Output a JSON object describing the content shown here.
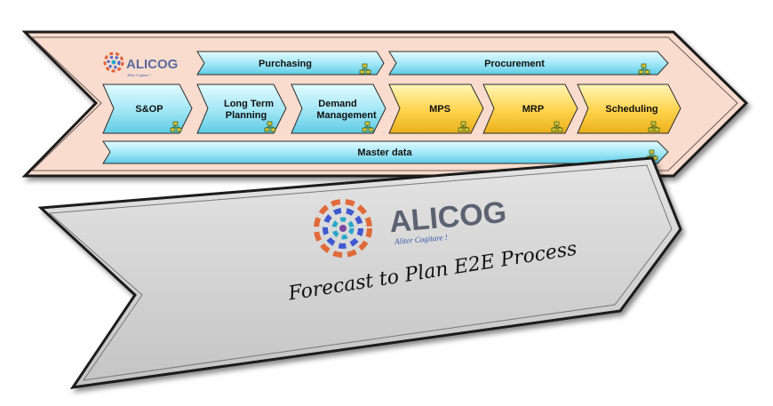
{
  "header": {
    "logo_text": "ALICOG",
    "logo_tagline": "Aliter Cogitare !"
  },
  "rows": {
    "top": [
      {
        "label": "Purchasing",
        "color": "cyan"
      },
      {
        "label": "Procurement",
        "color": "cyan"
      }
    ],
    "middle": [
      {
        "label": "S&OP",
        "color": "cyan"
      },
      {
        "label": "Long Term\nPlanning",
        "color": "cyan"
      },
      {
        "label": "Demand\nManagement",
        "color": "cyan"
      },
      {
        "label": "MPS",
        "color": "yellow"
      },
      {
        "label": "MRP",
        "color": "yellow"
      },
      {
        "label": "Scheduling",
        "color": "yellow"
      }
    ],
    "bottom": [
      {
        "label": "Master data",
        "color": "cyan"
      }
    ]
  },
  "banner": {
    "logo_text": "ALICOG",
    "logo_tagline": "Aliter Cogitare !",
    "caption": "Forecast to Plan E2E Process"
  },
  "colors": {
    "cyan_light": "#c9f4fb",
    "cyan_dark": "#6fd3ec",
    "yellow_light": "#fff2a6",
    "yellow_dark": "#f2bf2a",
    "frame_fill": "#f9dccd",
    "banner_fill": "#cfcfcf"
  }
}
